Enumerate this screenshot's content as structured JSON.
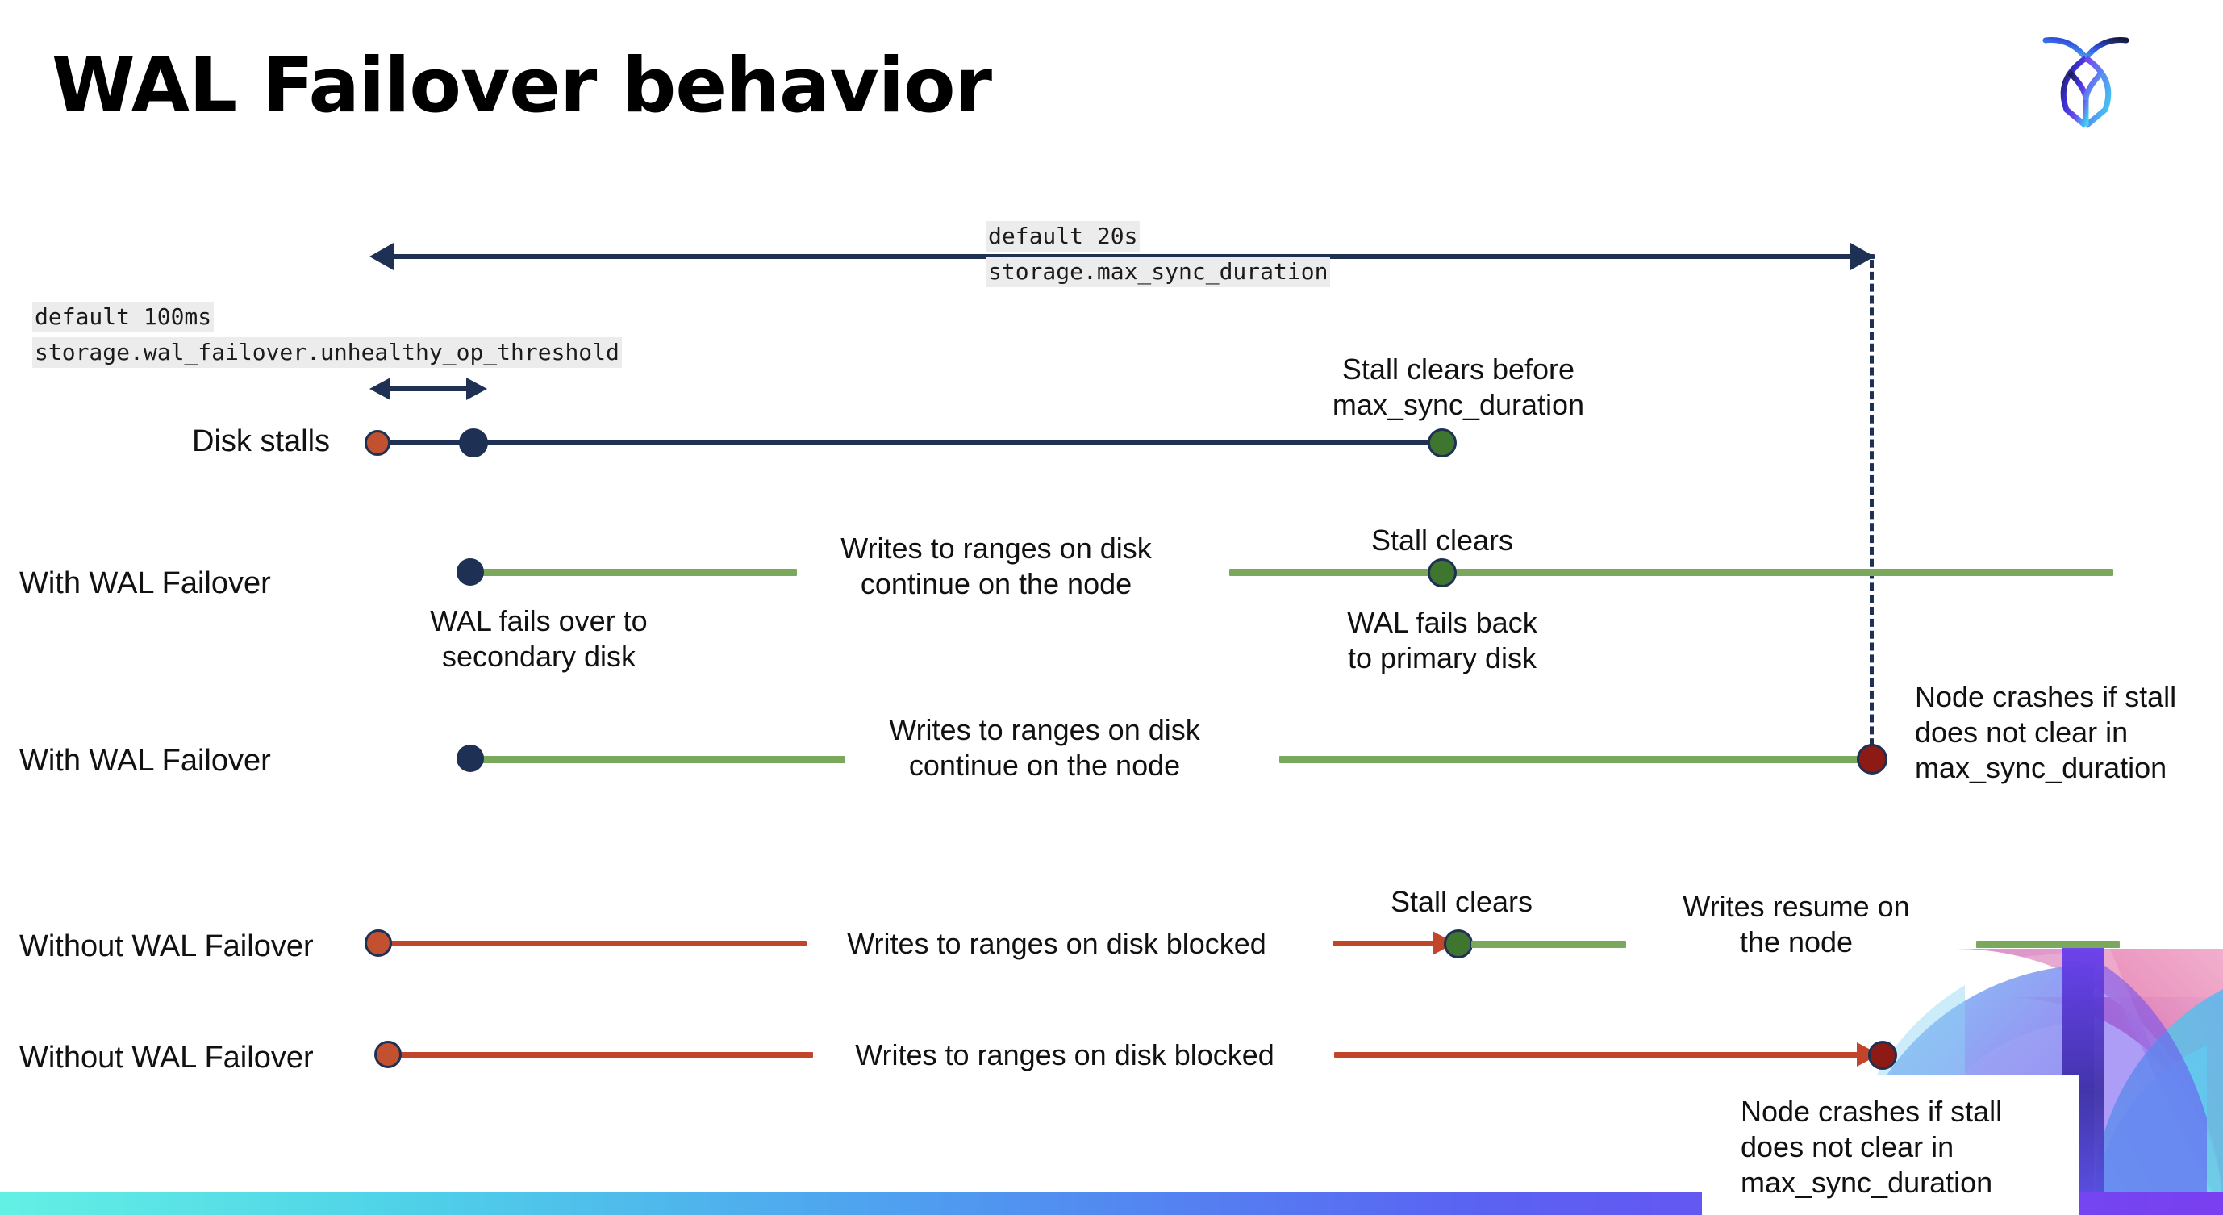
{
  "title": "WAL Failover behavior",
  "logo": {
    "name": "cockroachdb-logo"
  },
  "colors": {
    "navy": "#1e3054",
    "green_line": "#7aa85c",
    "green_dot": "#3e7630",
    "orange": "#c1452a",
    "orange_dot": "#c1512f",
    "dark_red": "#8e1a15",
    "code_bg": "#ececec"
  },
  "top_scale": {
    "default_label": "default 20s",
    "setting_label": "storage.max_sync_duration"
  },
  "threshold_scale": {
    "default_label": "default 100ms",
    "setting_label": "storage.wal_failover.unhealthy_op_threshold"
  },
  "rows": [
    {
      "id": "disk-stalls",
      "label": "Disk stalls",
      "end_note": "Stall clears before\nmax_sync_duration"
    },
    {
      "id": "with-wal-failover-clears",
      "label": "With WAL Failover",
      "start_note": "WAL fails over to\nsecondary disk",
      "mid_note": "Writes to ranges on disk\ncontinue on the node",
      "clear_note": "Stall clears",
      "end_note": "WAL fails  back\nto primary disk"
    },
    {
      "id": "with-wal-failover-crash",
      "label": "With WAL Failover",
      "mid_note": "Writes to ranges on disk\ncontinue on the node",
      "crash_note": "Node crashes if stall\ndoes not clear in\nmax_sync_duration"
    },
    {
      "id": "without-wal-failover-clears",
      "label": "Without WAL Failover",
      "mid_note": "Writes to ranges on disk  blocked",
      "clear_note": "Stall clears",
      "resume_note": "Writes resume on\nthe node"
    },
    {
      "id": "without-wal-failover-crash",
      "label": "Without WAL Failover",
      "mid_note": "Writes to ranges on disk  blocked",
      "crash_note": "Node crashes if stall\ndoes not clear in\nmax_sync_duration"
    }
  ]
}
